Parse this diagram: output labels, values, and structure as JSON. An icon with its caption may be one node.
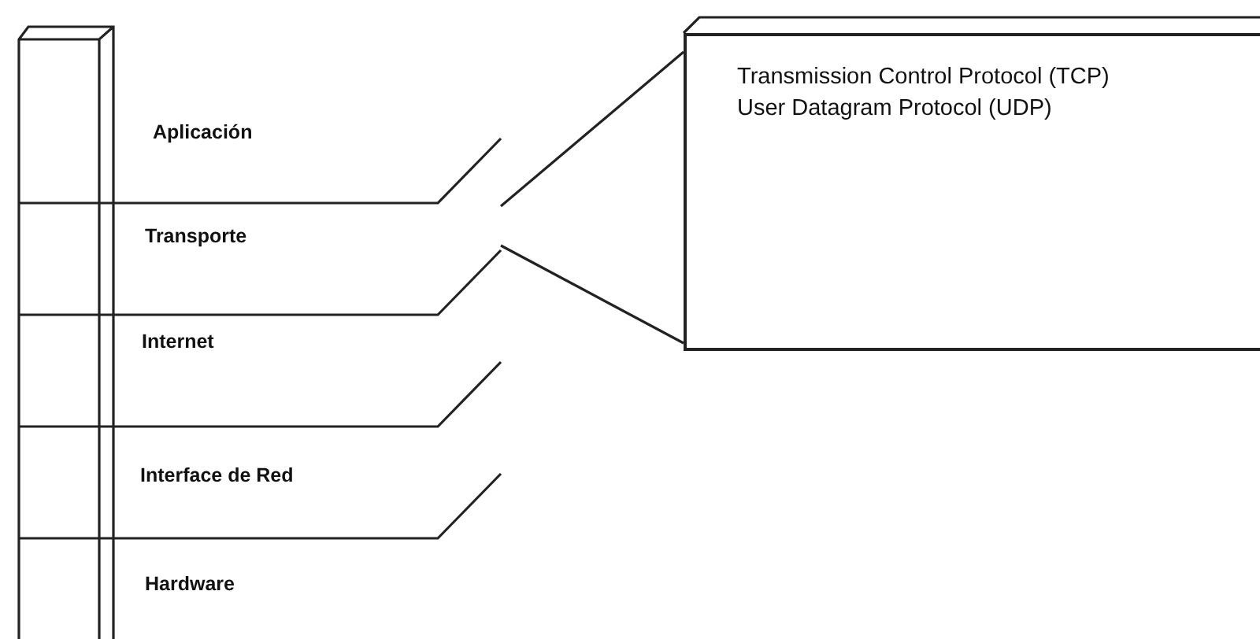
{
  "diagram": {
    "nodes": [
      {
        "text": [
          "Aplicación"
        ]
      },
      {
        "text": [
          "Transporte"
        ]
      },
      {
        "text": [
          "Internet"
        ]
      },
      {
        "text": [
          "Interface de Red"
        ]
      },
      {
        "text": [
          "Hardware"
        ]
      },
      {
        "text": [
          "Transmission Control Protocol (TCP)",
          "User Datagram Protocol (UDP)"
        ]
      }
    ],
    "edges": [
      {
        "from": 1,
        "to": 5,
        "arrow": "none"
      },
      {
        "from": 1,
        "to": 5,
        "arrow": "none"
      }
    ]
  }
}
